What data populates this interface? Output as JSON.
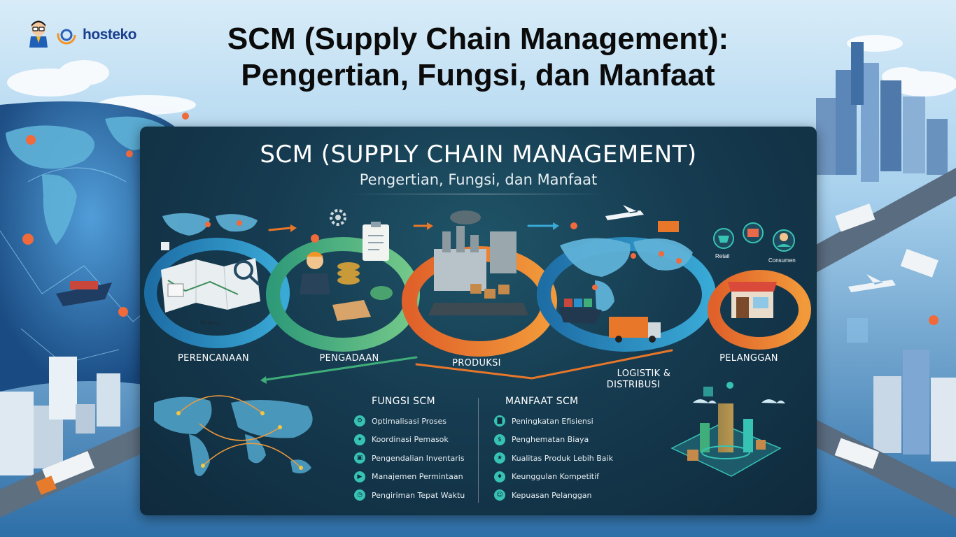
{
  "brand": {
    "name": "hosteko",
    "mascot_icon": "mascot-icon",
    "logo_icon": "swirl-logo-icon"
  },
  "headline": {
    "line1": "SCM (Supply Chain Management):",
    "line2": "Pengertian, Fungsi, dan Manfaat"
  },
  "panel": {
    "title": "SCM (SUPPLY CHAIN MANAGEMENT)",
    "subtitle": "Pengertian, Fungsi, dan Manfaat"
  },
  "stages": {
    "perencanaan": "PERENCANAAN",
    "pengadaan": "PENGADAAN",
    "produksi": "PRODUKSI",
    "logistik_line1": "LOGISTIK &",
    "logistik_line2": "DISTRIBUSI",
    "pelanggan": "PELANGGAN"
  },
  "small_labels": {
    "strategy": "Strategy",
    "retail": "Retail",
    "consumen": "Consumen"
  },
  "fungsi": {
    "heading": "FUNGSI SCM",
    "items": [
      {
        "label": "Optimalisasi Proses",
        "icon": "gear-icon"
      },
      {
        "label": "Koordinasi Pemasok",
        "icon": "handshake-icon"
      },
      {
        "label": "Pengendalian Inventaris",
        "icon": "box-icon"
      },
      {
        "label": "Manajemen Permintaan",
        "icon": "truck-icon"
      },
      {
        "label": "Pengiriman Tepat Waktu",
        "icon": "clock-icon"
      }
    ]
  },
  "manfaat": {
    "heading": "MANFAAT SCM",
    "items": [
      {
        "label": "Peningkatan Efisiensi",
        "icon": "bar-chart-icon"
      },
      {
        "label": "Penghematan Biaya",
        "icon": "dollar-icon"
      },
      {
        "label": "Kualitas Produk Lebih Baik",
        "icon": "medal-icon"
      },
      {
        "label": "Keunggulan Kompetitif",
        "icon": "trophy-icon"
      },
      {
        "label": "Kepuasan Pelanggan",
        "icon": "happy-customer-icon"
      }
    ]
  },
  "colors": {
    "panel_bg": "#163b50",
    "ring_blue": "#2b8fc9",
    "ring_green": "#3fae7a",
    "ring_orange": "#e8772a",
    "icon_teal": "#37c3b3"
  }
}
